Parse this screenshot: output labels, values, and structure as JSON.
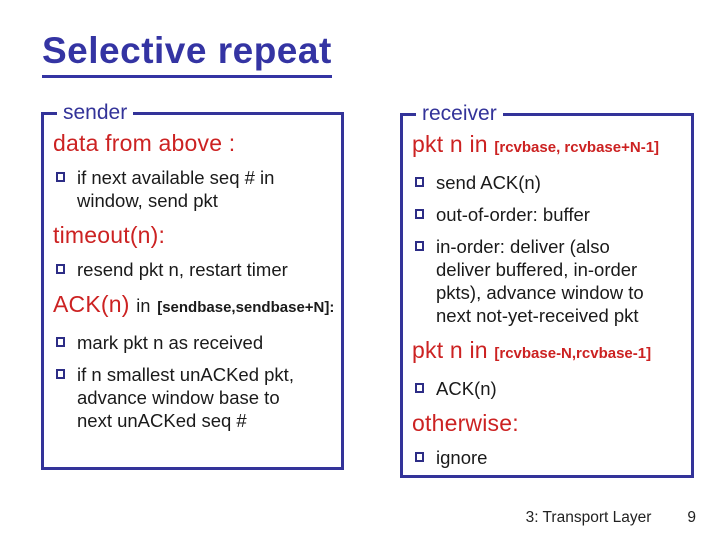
{
  "title": "Selective repeat",
  "colors": {
    "blue": "#333399",
    "red": "#cc2222",
    "text": "#1a1a1a"
  },
  "sender": {
    "label": "sender",
    "sections": [
      {
        "head": "data from above :",
        "bullets": [
          "if next available seq # in\nwindow, send pkt"
        ]
      },
      {
        "head": "timeout(n):",
        "bullets": [
          "resend pkt n, restart timer"
        ]
      },
      {
        "head": "ACK(n)",
        "mid": "in",
        "bracket": "[sendbase,sendbase+N]:",
        "bullets": [
          "mark pkt n as received",
          "if n smallest unACKed pkt,\nadvance window base to\nnext unACKed seq #"
        ]
      }
    ]
  },
  "receiver": {
    "label": "receiver",
    "sections": [
      {
        "head": "pkt n in",
        "bracket": "[rcvbase, rcvbase+N-1]",
        "bullets": [
          "send ACK(n)",
          "out-of-order: buffer",
          "in-order: deliver (also\ndeliver buffered, in-order\npkts), advance window to\nnext not-yet-received pkt"
        ]
      },
      {
        "head": "pkt n in",
        "bracket": "[rcvbase-N,rcvbase-1]",
        "bullets": [
          "ACK(n)"
        ]
      },
      {
        "head": "otherwise:",
        "bullets": [
          "ignore"
        ]
      }
    ]
  },
  "footer": {
    "label": "3: Transport Layer",
    "page": "9"
  }
}
